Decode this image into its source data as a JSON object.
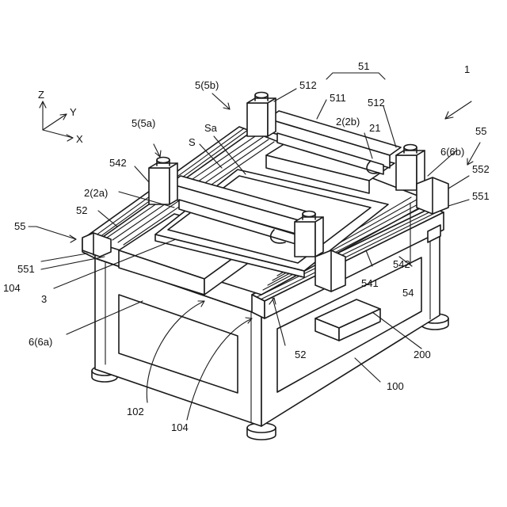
{
  "figure": {
    "figure_number": "1",
    "axes": {
      "z": "Z",
      "y": "Y",
      "x": "X"
    },
    "labels": {
      "l_5_5b": "5(5b)",
      "l_512_a": "512",
      "l_51": "51",
      "l_511": "511",
      "l_512_b": "512",
      "l_sa": "Sa",
      "l_2_2b": "2(2b)",
      "l_21": "21",
      "l_55_right": "55",
      "l_5_5a": "5(5a)",
      "l_s": "S",
      "l_6_6b": "6(6b)",
      "l_552": "552",
      "l_542_left": "542",
      "l_551_right": "551",
      "l_2_2a": "2(2a)",
      "l_52_top": "52",
      "l_55_left": "55",
      "l_551_left": "551",
      "l_104_left": "104",
      "l_3": "3",
      "l_542_right": "542",
      "l_541": "541",
      "l_54": "54",
      "l_6_6a": "6(6a)",
      "l_52_bottom": "52",
      "l_200": "200",
      "l_100": "100",
      "l_102": "102",
      "l_104_bottom": "104"
    }
  }
}
